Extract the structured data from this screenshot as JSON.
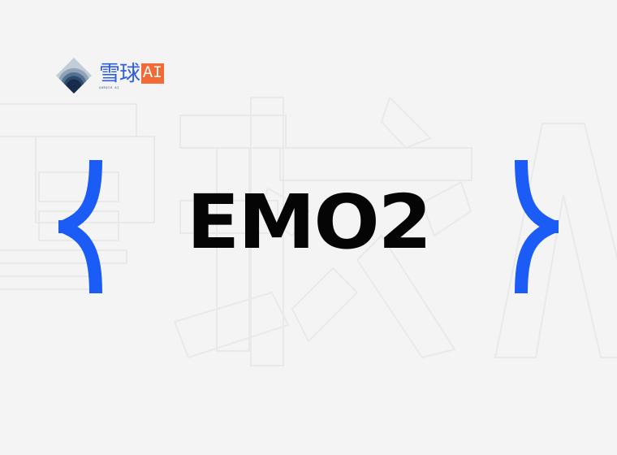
{
  "brand": {
    "name_cn": "雪球",
    "name_ai": "AI",
    "tagline": "XUEQIU AI",
    "watermark_text": "雪球AI"
  },
  "main": {
    "title": "EMO2",
    "left_brace": "{",
    "right_brace": "}"
  },
  "colors": {
    "background": "#f4f4f4",
    "accent_blue": "#1a5cf5",
    "brand_blue": "#2f5fe0",
    "brand_orange": "#f26a35",
    "title": "#050505"
  }
}
